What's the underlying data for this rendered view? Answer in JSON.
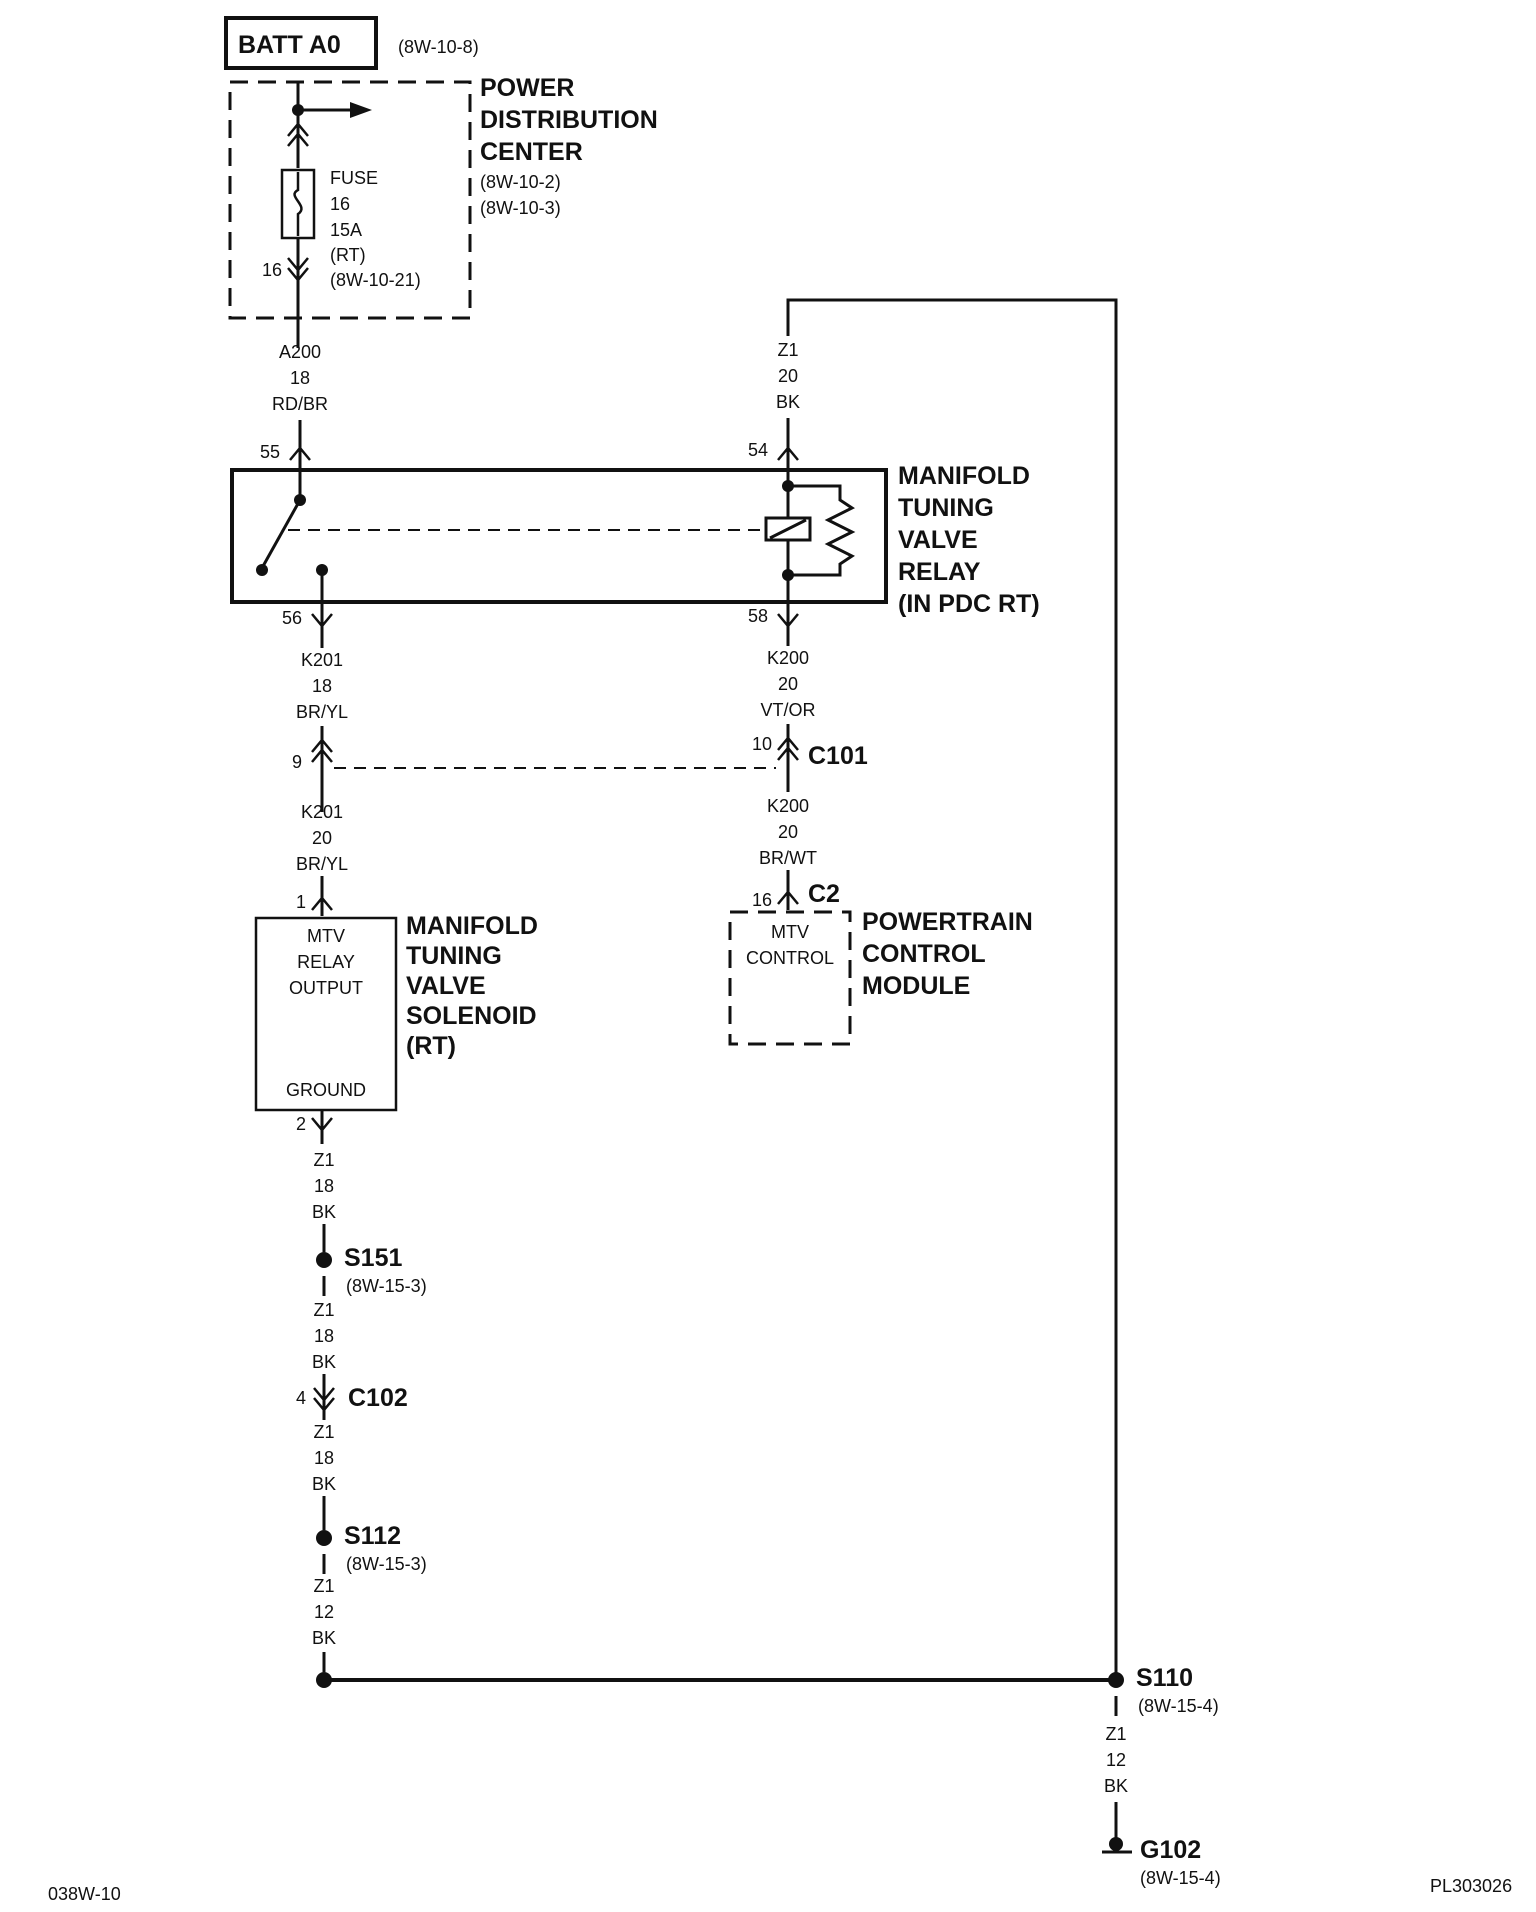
{
  "batt": {
    "label": "BATT A0",
    "ref": "(8W-10-8)"
  },
  "pdc": {
    "title": [
      "POWER",
      "DISTRIBUTION",
      "CENTER"
    ],
    "refs": [
      "(8W-10-2)",
      "(8W-10-3)"
    ],
    "fuse_lines": [
      "FUSE",
      "16",
      "15A",
      "(RT)",
      "(8W-10-21)"
    ],
    "pin": "16"
  },
  "wires": {
    "a200": [
      "A200",
      "18",
      "RD/BR"
    ],
    "z1_top": [
      "Z1",
      "20",
      "BK"
    ],
    "k201_upper": [
      "K201",
      "18",
      "BR/YL"
    ],
    "k200_upper": [
      "K200",
      "20",
      "VT/OR"
    ],
    "k201_lower": [
      "K201",
      "20",
      "BR/YL"
    ],
    "k200_lower": [
      "K200",
      "20",
      "BR/WT"
    ],
    "z1_a": [
      "Z1",
      "18",
      "BK"
    ],
    "z1_b": [
      "Z1",
      "18",
      "BK"
    ],
    "z1_c": [
      "Z1",
      "18",
      "BK"
    ],
    "z1_d": [
      "Z1",
      "12",
      "BK"
    ],
    "z1_e": [
      "Z1",
      "12",
      "BK"
    ]
  },
  "relay": {
    "title": [
      "MANIFOLD",
      "TUNING",
      "VALVE",
      "RELAY",
      "(IN PDC RT)"
    ],
    "pins": {
      "p55": "55",
      "p54": "54",
      "p56": "56",
      "p58": "58"
    }
  },
  "c101": {
    "label": "C101",
    "pin_left": "9",
    "pin_right": "10"
  },
  "solenoid": {
    "title": [
      "MANIFOLD",
      "TUNING",
      "VALVE",
      "SOLENOID",
      "(RT)"
    ],
    "box_lines": [
      "MTV",
      "RELAY",
      "OUTPUT"
    ],
    "ground": "GROUND",
    "pin_top": "1",
    "pin_bottom": "2"
  },
  "pcm": {
    "title": [
      "POWERTRAIN",
      "CONTROL",
      "MODULE"
    ],
    "box_lines": [
      "MTV",
      "CONTROL"
    ],
    "connector": "C2",
    "pin": "16"
  },
  "splices": {
    "s151": {
      "label": "S151",
      "ref": "(8W-15-3)"
    },
    "s112": {
      "label": "S112",
      "ref": "(8W-15-3)"
    },
    "s110": {
      "label": "S110",
      "ref": "(8W-15-4)"
    }
  },
  "c102": {
    "label": "C102",
    "pin": "4"
  },
  "g102": {
    "label": "G102",
    "ref": "(8W-15-4)"
  },
  "footer": {
    "left": "038W-10",
    "right": "PL303026"
  }
}
